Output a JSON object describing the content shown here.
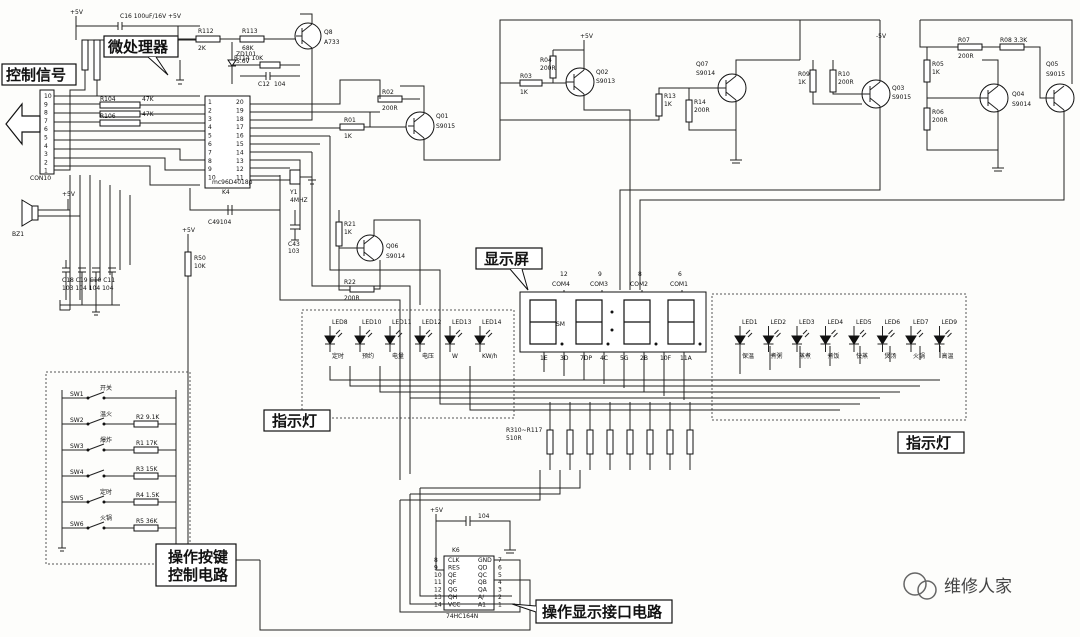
{
  "labels": {
    "control_signal": "控制信号",
    "microprocessor": "微处理器",
    "display": "显示屏",
    "indicator_left": "指示灯",
    "indicator_right": "指示灯",
    "keys_line1": "操作按键",
    "keys_line2": "控制电路",
    "interface": "操作显示接口电路"
  },
  "watermark": "维修人家",
  "parts": {
    "c16": "C16 100uF/16V",
    "v5a": "+5V",
    "v5b": "+5V",
    "v5c": "+5V",
    "v5d": "+5V",
    "v5e": "+5V",
    "v5f": "-5V",
    "r112": "R112",
    "r112v": "2K",
    "r113": "R113",
    "r113v": "68K",
    "q8": "Q8",
    "q8t": "A733",
    "zd101": "ZD101",
    "zd101v": "5.6V",
    "r114": "R114 10K",
    "c12": "C12",
    "c12v": "104",
    "r106": "R106",
    "r104": "R104",
    "r104v": "47K",
    "r105v": "47K",
    "con": "CON10",
    "pins": [
      "10",
      "9",
      "8",
      "7",
      "6",
      "5",
      "4",
      "3",
      "2",
      "1"
    ],
    "ic": "K4",
    "ic_t": "mc96D4018p",
    "ic_l": [
      "1",
      "2",
      "3",
      "4",
      "5",
      "6",
      "7",
      "8",
      "9",
      "10"
    ],
    "ic_r": [
      "20",
      "19",
      "18",
      "17",
      "16",
      "15",
      "14",
      "13",
      "12",
      "11"
    ],
    "c49": "C49104",
    "y1": "Y1",
    "y1v": "4MHZ",
    "c43": "C43",
    "c43v": "103",
    "bz": "BZ1",
    "r02": "R02",
    "r02v": "200R",
    "r01": "R01",
    "r01v": "1K",
    "q01": "Q01",
    "q01t": "S9015",
    "r03": "R03",
    "r03v": "1K",
    "r04": "R04",
    "r04v": "200R",
    "q02": "Q02",
    "q02t": "S9013",
    "q07": "Q07",
    "q07t": "S9014",
    "r13": "R13",
    "r13v": "1K",
    "r14": "R14",
    "r14v": "200R",
    "r09": "R09",
    "r09v": "1K",
    "r10": "R10",
    "r10v": "200R",
    "q03": "Q03",
    "q03t": "S9015",
    "r07": "R07",
    "r07v": "200R",
    "r08": "R08 3.3K",
    "r05": "R05",
    "r05v": "1K",
    "r06": "R06",
    "r06v": "200R",
    "q04": "Q04",
    "q04t": "S9014",
    "q05": "Q05",
    "q05t": "S9015",
    "r21": "R21",
    "r21v": "1K",
    "q06": "Q06",
    "q06t": "S9014",
    "r22": "R22",
    "r22v": "200R",
    "r50": "R50",
    "r50v": "10K",
    "caps_bottom": "C18 C19 C10 C11",
    "caps_bottom_v": "103 104 104 104",
    "com_nums": [
      "12",
      "9",
      "8",
      "6"
    ],
    "com_labels": [
      "COM4",
      "COM3",
      "COM2",
      "COM1"
    ],
    "seg_pins": [
      "1E",
      "3D",
      "7DP",
      "4C",
      "5G",
      "2B",
      "10F",
      "11A"
    ],
    "r_array": "R310~R117",
    "r_array_v": "510R",
    "sm": "SM",
    "leds_left": [
      {
        "id": "LED8",
        "txt": "定时"
      },
      {
        "id": "LED10",
        "txt": "预约"
      },
      {
        "id": "LED11",
        "txt": "电量"
      },
      {
        "id": "LED12",
        "txt": "电压"
      },
      {
        "id": "LED13",
        "txt": "W"
      },
      {
        "id": "LED14",
        "txt": "KW/h"
      }
    ],
    "leds_right": [
      {
        "id": "LED1",
        "txt": "保温"
      },
      {
        "id": "LED2",
        "txt": "煮粥"
      },
      {
        "id": "LED3",
        "txt": "蒸煮"
      },
      {
        "id": "LED4",
        "txt": "煮饭"
      },
      {
        "id": "LED5",
        "txt": "快蒸"
      },
      {
        "id": "LED6",
        "txt": "煲汤"
      },
      {
        "id": "LED7",
        "txt": "火锅"
      },
      {
        "id": "LED9",
        "txt": "高温"
      }
    ],
    "switches": [
      {
        "sw": "SW1",
        "txt": "开关",
        "r": "",
        "rv": ""
      },
      {
        "sw": "SW2",
        "txt": "温火",
        "r": "R2",
        "rv": "9.1K"
      },
      {
        "sw": "SW3",
        "txt": "爆炸",
        "r": "R1",
        "rv": "17K"
      },
      {
        "sw": "SW4",
        "txt": "",
        "r": "R3",
        "rv": "15K"
      },
      {
        "sw": "SW5",
        "txt": "定时",
        "r": "R4",
        "rv": "1.5K"
      },
      {
        "sw": "SW6",
        "txt": "火锅",
        "r": "R5",
        "rv": "36K"
      }
    ],
    "k6": "K6",
    "k6_t": "74HC164N",
    "k6_l": [
      "CLK",
      "RES",
      "QE",
      "QF",
      "QG",
      "QH",
      "VCC"
    ],
    "k6_r": [
      "GND",
      "QD",
      "QC",
      "QB",
      "QA",
      "A/",
      "A1"
    ],
    "k6_ln": [
      "8",
      "9",
      "10",
      "11",
      "12",
      "13",
      "14"
    ],
    "k6_rn": [
      "7",
      "6",
      "5",
      "4",
      "3",
      "2",
      "1"
    ],
    "c_k6": "C",
    "c_k6v": "104"
  }
}
